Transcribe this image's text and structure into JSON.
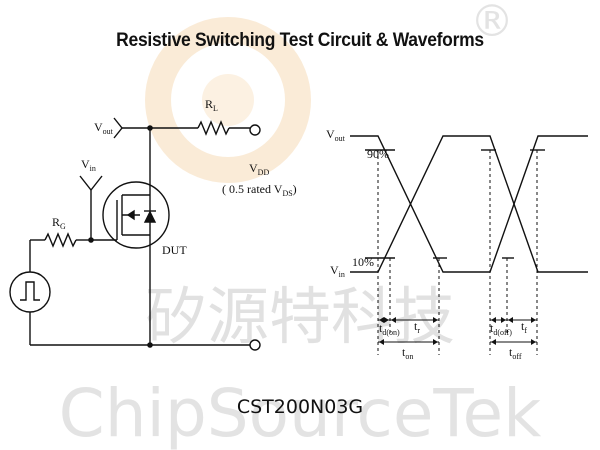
{
  "title": "Resistive Switching Test Circuit  &  Waveforms",
  "part_number": "CST200N03G",
  "watermark": {
    "chinese": "矽源特科技",
    "latin": "ChipSourceTek",
    "registered": "®",
    "colors": {
      "gray": "#c9c9c9",
      "orange": "#f2c78c"
    }
  },
  "circuit": {
    "vout": {
      "main": "V",
      "sub": "out"
    },
    "vin": {
      "main": "V",
      "sub": "in"
    },
    "rl": {
      "main": "R",
      "sub": "L"
    },
    "rg": {
      "main": "R",
      "sub": "G"
    },
    "vdd": {
      "main": "V",
      "sub": "DD"
    },
    "vdd_note": {
      "pre": "( 0.5 rated V",
      "sub": "DS",
      "post": ")"
    },
    "dut": "DUT"
  },
  "waveform": {
    "vout": {
      "main": "V",
      "sub": "out"
    },
    "vin": {
      "main": "V",
      "sub": "in"
    },
    "pct90": "90%",
    "pct10": "10%",
    "td_on": {
      "main": "t",
      "sub": "d(on)"
    },
    "tr": {
      "main": "t",
      "sub": "r"
    },
    "t_on": {
      "main": "t",
      "sub": "on"
    },
    "td_off": {
      "main": "t",
      "sub": "d(off)"
    },
    "tf": {
      "main": "t",
      "sub": "f"
    },
    "t_off": {
      "main": "t",
      "sub": "off"
    }
  }
}
